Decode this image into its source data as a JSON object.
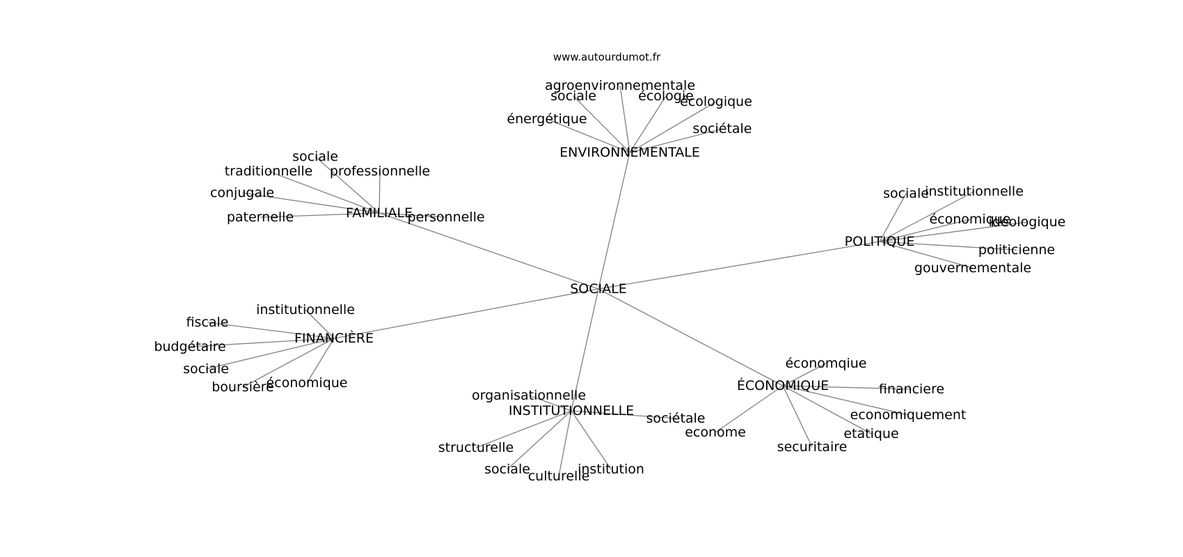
{
  "watermark": "www.autourdumot.fr",
  "graph": {
    "center": "SOCIALE",
    "hubs": [
      {
        "label": "ENVIRONNEMENTALE",
        "leaves": [
          "agroenvironnementale",
          "sociale",
          "écologie",
          "écologique",
          "énergétique",
          "sociétale"
        ]
      },
      {
        "label": "FAMILIALE",
        "leaves": [
          "sociale",
          "traditionnelle",
          "professionnelle",
          "conjugale",
          "paternelle",
          "personnelle"
        ]
      },
      {
        "label": "POLITIQUE",
        "leaves": [
          "sociale",
          "institutionnelle",
          "économique",
          "idéologique",
          "politicienne",
          "gouvernementale"
        ]
      },
      {
        "label": "FINANCIÈRE",
        "leaves": [
          "institutionnelle",
          "fiscale",
          "budgétaire",
          "sociale",
          "boursière",
          "économique"
        ]
      },
      {
        "label": "INSTITUTIONNELLE",
        "leaves": [
          "organisationnelle",
          "sociétale",
          "structurelle",
          "sociale",
          "culturelle",
          "institution"
        ]
      },
      {
        "label": "ÉCONOMIQUE",
        "leaves": [
          "économqiue",
          "financiere",
          "economiquement",
          "econome",
          "etatique",
          "securitaire"
        ]
      }
    ]
  }
}
